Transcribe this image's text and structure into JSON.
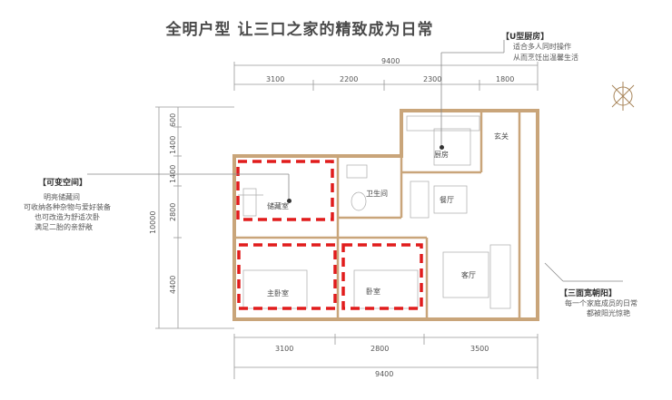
{
  "title": "全明户型 让三口之家的精致成为日常",
  "dims": {
    "top_total": "9400",
    "top_segments": [
      "3100",
      "2200",
      "2300",
      "1800"
    ],
    "bottom_segments": [
      "3100",
      "2800",
      "3500"
    ],
    "bottom_total": "9400",
    "left_segments": [
      "600",
      "1400",
      "1400",
      "2800",
      "4400"
    ],
    "left_total": "10000"
  },
  "rooms": {
    "storage": "储藏室",
    "bathroom": "卫生间",
    "kitchen": "厨房",
    "entrance": "玄关",
    "dining": "餐厅",
    "living": "客厅",
    "master": "主卧室",
    "bedroom": "卧室"
  },
  "callouts": {
    "kitchen": {
      "title": "【U型厨房】",
      "lines": [
        "适合多人同时操作",
        "从而烹饪出温馨生活"
      ]
    },
    "flex": {
      "title": "【可变空间】",
      "lines": [
        "明亮储藏间",
        "可收纳各种杂物与爱好装备",
        "也可改造为舒适次卧",
        "满足二胎的亲舒敞"
      ]
    },
    "sun": {
      "title": "【三面宽朝阳】",
      "lines": [
        "每一个家庭成员的日常",
        "都被阳光惊艳"
      ]
    }
  },
  "colors": {
    "wall": "#c9a57a",
    "accent": "#e11c1c",
    "line": "#888888"
  }
}
